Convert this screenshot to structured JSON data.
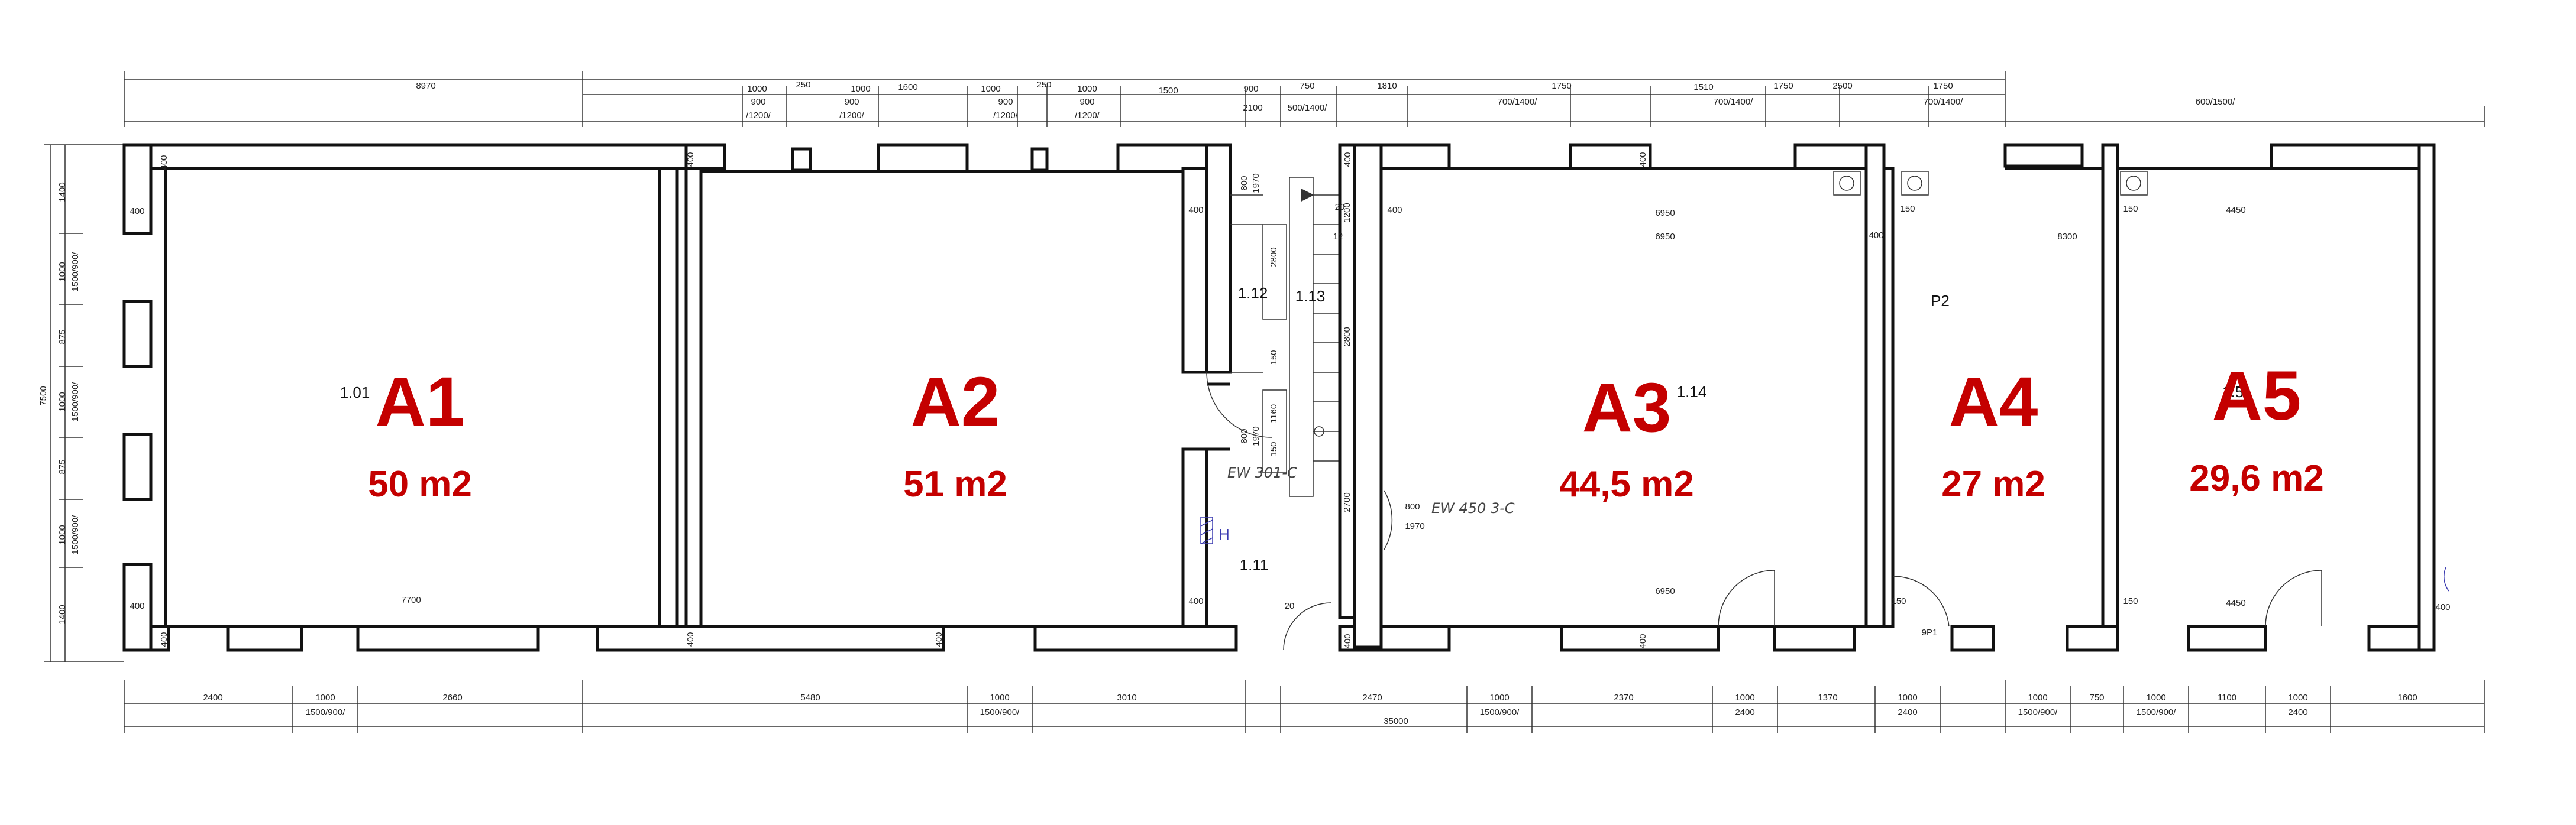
{
  "dims_top": {
    "d8970": "8970",
    "d1000a": "1000",
    "d250a": "250",
    "d1000b": "1000",
    "d1600a": "1600",
    "d1000c": "1000",
    "d250b": "250",
    "d1000d": "1000",
    "d1500a": "1500",
    "d900a": "900",
    "d750a": "750",
    "d1810": "1810",
    "d1750a": "1750",
    "d1510": "1510",
    "d1750b": "1750",
    "d2500": "2500",
    "d1750c": "1750",
    "d900b": "900",
    "d1200a": "/1200/",
    "d900c": "900",
    "d1200b": "/1200/",
    "d900d": "900",
    "d1200c": "/1200/",
    "d900e": "900",
    "d1200d": "/1200/",
    "d2100": "2100",
    "d500_1400": "500/1400/",
    "d700_1400a": "700/1400/",
    "d700_1400b": "700/1400/",
    "d700_1400c": "700/1400/",
    "d600_1500": "600/1500/"
  },
  "dims_left": {
    "d1400a": "1400",
    "d1000a": "1000",
    "d1500_900a": "1500/900/",
    "d875a": "875",
    "d7500": "7500",
    "d1000b": "1000",
    "d1500_900b": "1500/900/",
    "d875b": "875",
    "d1000c": "1000",
    "d1500_900c": "1500/900/",
    "d1400b": "1400"
  },
  "dims_bottom": {
    "d2400a": "2400",
    "d1000a": "1000",
    "d2660": "2660",
    "d1500_900a": "1500/900/",
    "d5480": "5480",
    "d1000b": "1000",
    "d1500_900b": "1500/900/",
    "d3010": "3010",
    "d2470": "2470",
    "d1000c": "1000",
    "d1500_900c": "1500/900/",
    "d2370": "2370",
    "d1000d": "1000",
    "d2400b": "2400",
    "d1370": "1370",
    "d1000e": "1000",
    "d2400c": "2400",
    "d35000": "35000",
    "d1000f": "1000",
    "d1500_900d": "1500/900/",
    "d750": "750",
    "d1000g": "1000",
    "d1500_900e": "1500/900/",
    "d1100": "1100",
    "d1000h": "1000",
    "d2400d": "2400",
    "d1600": "1600"
  },
  "wall_marks": {
    "w400": "400",
    "w7700": "7700",
    "w6950": "6950",
    "w8300": "8300",
    "w4450": "4450",
    "w150": "150",
    "w800": "800",
    "w1970": "1970",
    "w1200": "1200",
    "w2800": "2800",
    "w12": "12",
    "w1160": "1160",
    "w2700": "2700",
    "w20": "20"
  },
  "rooms": {
    "r101": "1.01",
    "r111": "1.11",
    "r112": "1.12",
    "r113": "1.13",
    "r114": "1.14",
    "r1_5": "1.5",
    "p2": "P2",
    "p1": "9P1",
    "h": "H",
    "ew1": "EW 301-C",
    "ew2": "EW 450 3-C"
  },
  "units": [
    {
      "name": "A1",
      "area": "50 m2"
    },
    {
      "name": "A2",
      "area": "51 m2"
    },
    {
      "name": "A3",
      "area": "44,5 m2"
    },
    {
      "name": "A4",
      "area": "27 m2"
    },
    {
      "name": "A5",
      "area": "29,6 m2"
    }
  ],
  "colors": {
    "unit_label": "#c40000",
    "wall": "#111111"
  }
}
